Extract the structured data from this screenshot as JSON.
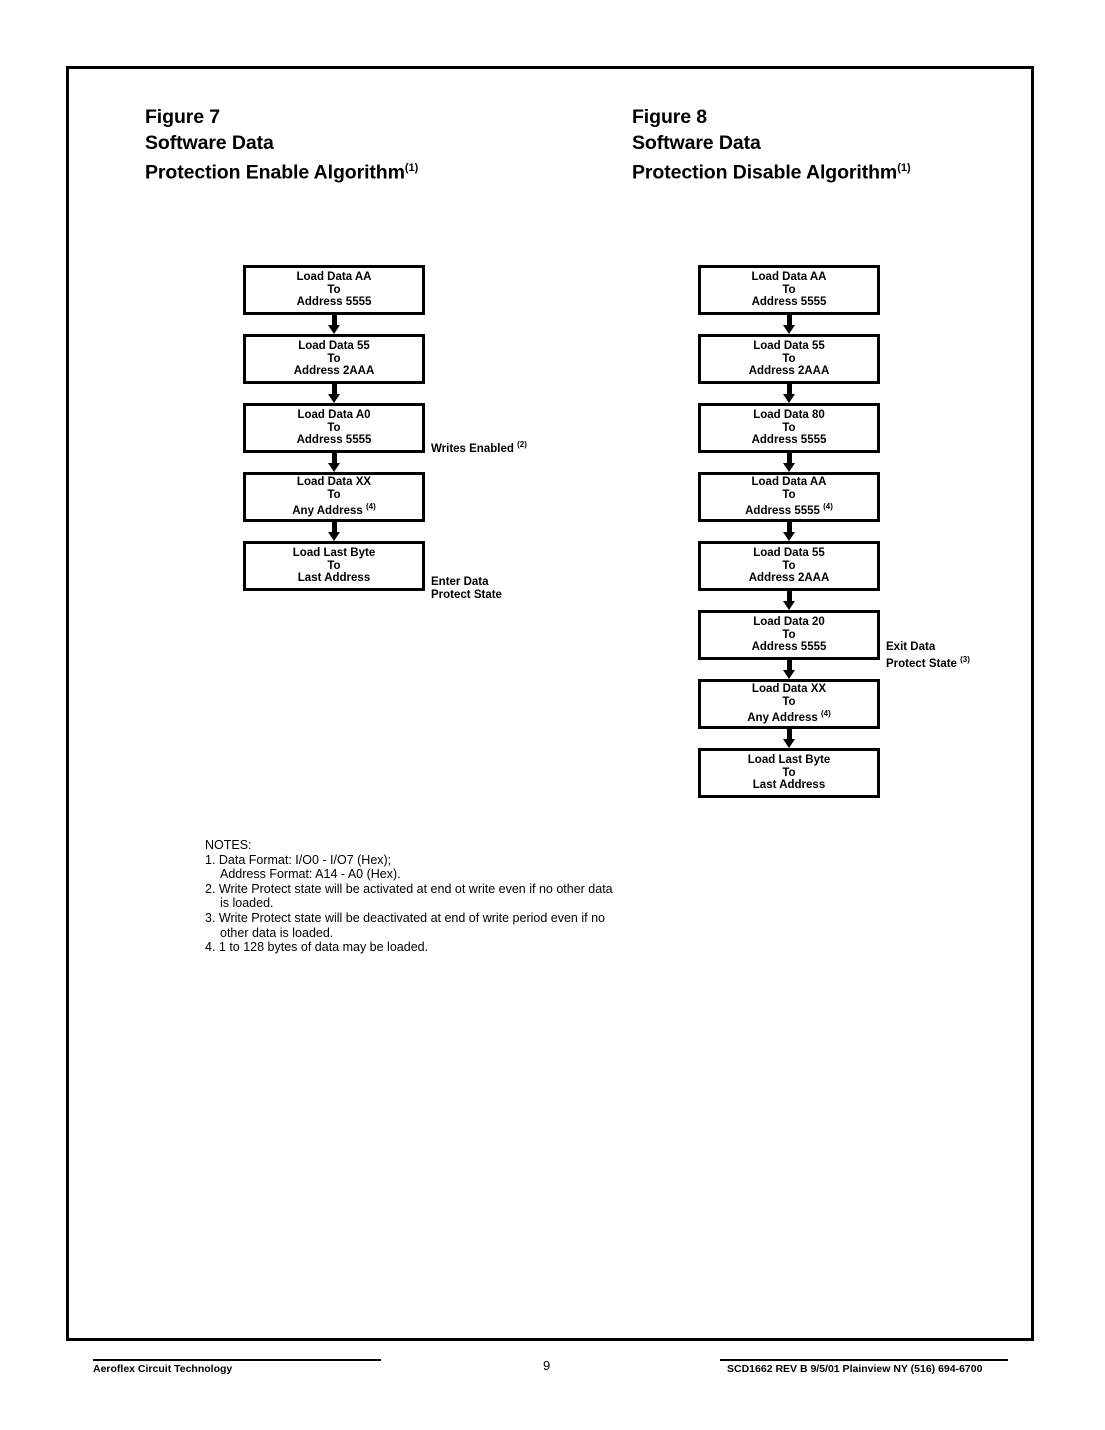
{
  "page": {
    "number": "9",
    "background_color": "#ffffff",
    "border_color": "#000000"
  },
  "figures": [
    {
      "id": "figure-7",
      "heading_line1": "Figure 7",
      "heading_line2": "Software Data",
      "heading_line3": "Protection Enable Algorithm",
      "heading_superscript": "(1)",
      "nodes": [
        {
          "line1": "Load Data AA",
          "line2": "To",
          "line3": "Address 5555",
          "sup3": ""
        },
        {
          "line1": "Load Data 55",
          "line2": "To",
          "line3": "Address 2AAA",
          "sup3": ""
        },
        {
          "line1": "Load Data A0",
          "line2": "To",
          "line3": "Address 5555",
          "sup3": ""
        },
        {
          "line1": "Load Data XX",
          "line2": "To",
          "line3": "Any Address",
          "sup3": "(4)"
        },
        {
          "line1": "Load Last Byte",
          "line2": "To",
          "line3": "Last Address",
          "sup3": ""
        }
      ],
      "annotations": [
        {
          "id": "writes-enabled",
          "line1": "Writes Enabled",
          "line2": "",
          "sup": "(2)"
        },
        {
          "id": "enter-protect",
          "line1": "Enter Data",
          "line2": "Protect State",
          "sup": ""
        }
      ]
    },
    {
      "id": "figure-8",
      "heading_line1": "Figure 8",
      "heading_line2": "Software Data",
      "heading_line3": "Protection Disable Algorithm",
      "heading_superscript": "(1)",
      "nodes": [
        {
          "line1": "Load Data AA",
          "line2": "To",
          "line3": "Address 5555",
          "sup3": ""
        },
        {
          "line1": "Load Data 55",
          "line2": "To",
          "line3": "Address 2AAA",
          "sup3": ""
        },
        {
          "line1": "Load Data 80",
          "line2": "To",
          "line3": "Address 5555",
          "sup3": ""
        },
        {
          "line1": "Load Data AA",
          "line2": "To",
          "line3": "Address 5555",
          "sup3": "(4)"
        },
        {
          "line1": "Load Data 55",
          "line2": "To",
          "line3": "Address 2AAA",
          "sup3": ""
        },
        {
          "line1": "Load Data 20",
          "line2": "To",
          "line3": "Address 5555",
          "sup3": ""
        },
        {
          "line1": "Load Data XX",
          "line2": "To",
          "line3": "Any Address",
          "sup3": "(4)"
        },
        {
          "line1": "Load Last Byte",
          "line2": "To",
          "line3": "Last Address",
          "sup3": ""
        }
      ],
      "annotations": [
        {
          "id": "exit-protect",
          "line1": "Exit Data",
          "line2": "Protect State",
          "sup": "(3)"
        }
      ]
    }
  ],
  "notes": {
    "title": "NOTES:",
    "items": [
      "1. Data Format: I/O0 - I/O7 (Hex);",
      "Address Format: A14 - A0 (Hex).",
      "2. Write Protect state will be activated at end ot write even if no other data is loaded.",
      "3. Write Protect state will be deactivated at end of write period even if no other data is loaded.",
      "4. 1 to 128 bytes of data may be loaded."
    ],
    "item1_main": "1. Data Format: I/O0 - I/O7 (Hex);",
    "item1_sub": "Address Format: A14 - A0 (Hex).",
    "item2": "2. Write Protect state will be activated at end ot write even if no other data is loaded.",
    "item3": "3. Write Protect state will be deactivated at end of write period even if no other data is loaded.",
    "item4": "4. 1 to 128 bytes of data may be loaded."
  },
  "footer": {
    "company": "Aeroflex Circuit Technology",
    "page_number": "9",
    "document_info": "SCD1662 REV B  9/5/01  Plainview NY (516) 694-6700"
  }
}
